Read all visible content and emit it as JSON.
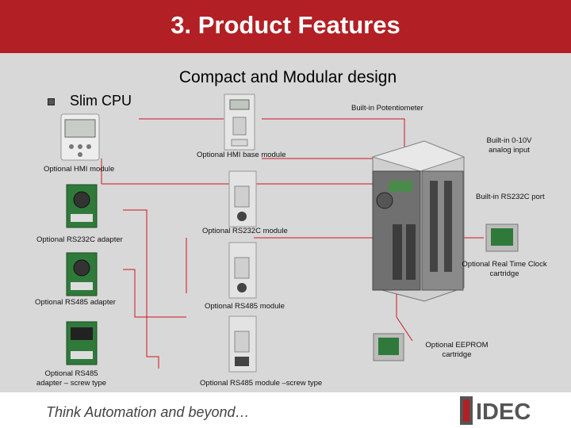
{
  "header": {
    "title": "3.  Product Features",
    "color": "#b21f24"
  },
  "subtitle": "Compact and Modular design",
  "bullet": {
    "icon": "square-bullet-icon",
    "text": "Slim CPU"
  },
  "labels": {
    "potentiometer": "Built-in Potentiometer",
    "analog": "Built-in 0-10V analog input",
    "hmi_base": "Optional HMI base module",
    "hmi": "Optional HMI module",
    "rs232c_port": "Built-in RS232C port",
    "rs232c_module": "Optional RS232C module",
    "rs232c_adapter": "Optional RS232C adapter",
    "rtc": "Optional Real Time Clock cartridge",
    "rs485_adapter": "Optional RS485 adapter",
    "rs485_module": "Optional RS485 module",
    "eeprom": "Optional EEPROM cartridge",
    "rs485_adapter_screw": "Optional RS485 adapter – screw type",
    "rs485_module_screw": "Optional RS485 module –screw type"
  },
  "footer": {
    "tagline": "Think Automation and beyond…",
    "logo_text": "IDEC"
  }
}
